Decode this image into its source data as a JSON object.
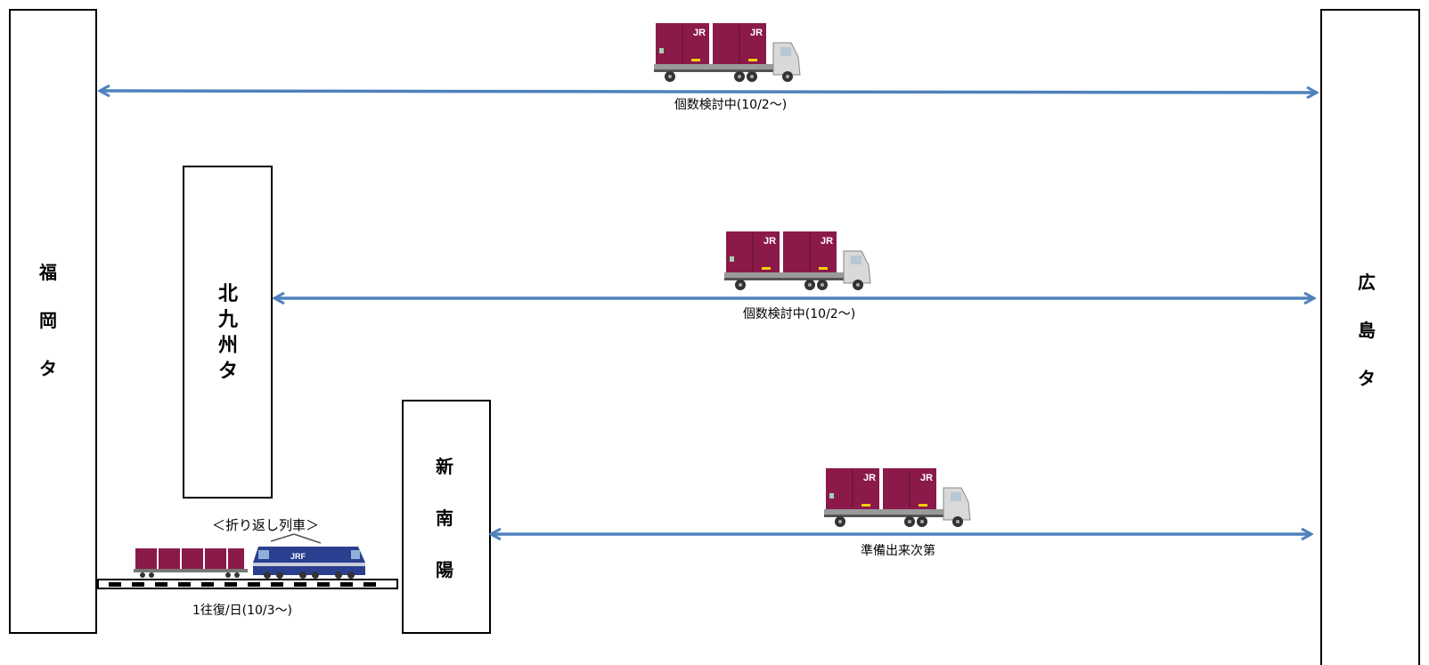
{
  "stations": {
    "fukuoka": [
      "福",
      "岡",
      "タ"
    ],
    "kitakyushu": [
      "北",
      "九",
      "州",
      "タ"
    ],
    "shinnanyo": [
      "新",
      "南",
      "陽"
    ],
    "hiroshima": [
      "広",
      "島",
      "タ"
    ]
  },
  "routes": {
    "fukuoka_hiroshima": "個数検討中(10/2～)",
    "kitakyushu_hiroshima": "個数検討中(10/2～)",
    "shinnanyo_hiroshima": "準備出来次第"
  },
  "train": {
    "title": "＜折り返し列車＞",
    "frequency": "1往復/日(10/3～)"
  },
  "container_logo": "JR",
  "colors": {
    "arrow": "#4f81bd",
    "container": "#8b1a4a",
    "locomotive": "#2a3f8f"
  }
}
